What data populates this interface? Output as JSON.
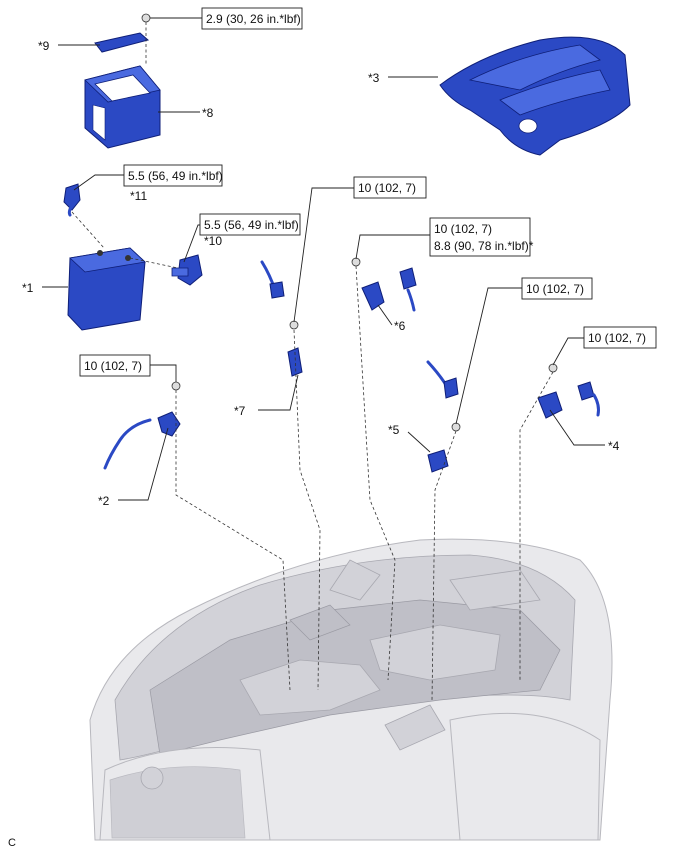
{
  "labels": {
    "p1": "*1",
    "p2": "*2",
    "p3": "*3",
    "p4": "*4",
    "p5": "*5",
    "p6": "*6",
    "p7": "*7",
    "p8": "*8",
    "p9": "*9",
    "p10": "*10",
    "p11": "*11"
  },
  "torque": {
    "t_29": "2.9 (30, 26 in.*lbf)",
    "t_55a": "5.5 (56, 49 in.*lbf)",
    "t_55b": "5.5 (56, 49 in.*lbf)",
    "t_10a": "10 (102, 7)",
    "t_10b_line1": "10 (102, 7)",
    "t_10b_line2": "8.8 (90, 78 in.*lbf)*",
    "t_10c": "10 (102, 7)",
    "t_10d": "10 (102, 7)",
    "t_10e": "10 (102, 7)"
  },
  "corner_code": "C",
  "colors": {
    "part": "#2b49c4",
    "outline": "#0f1f78",
    "car": "#e9e9ec"
  }
}
